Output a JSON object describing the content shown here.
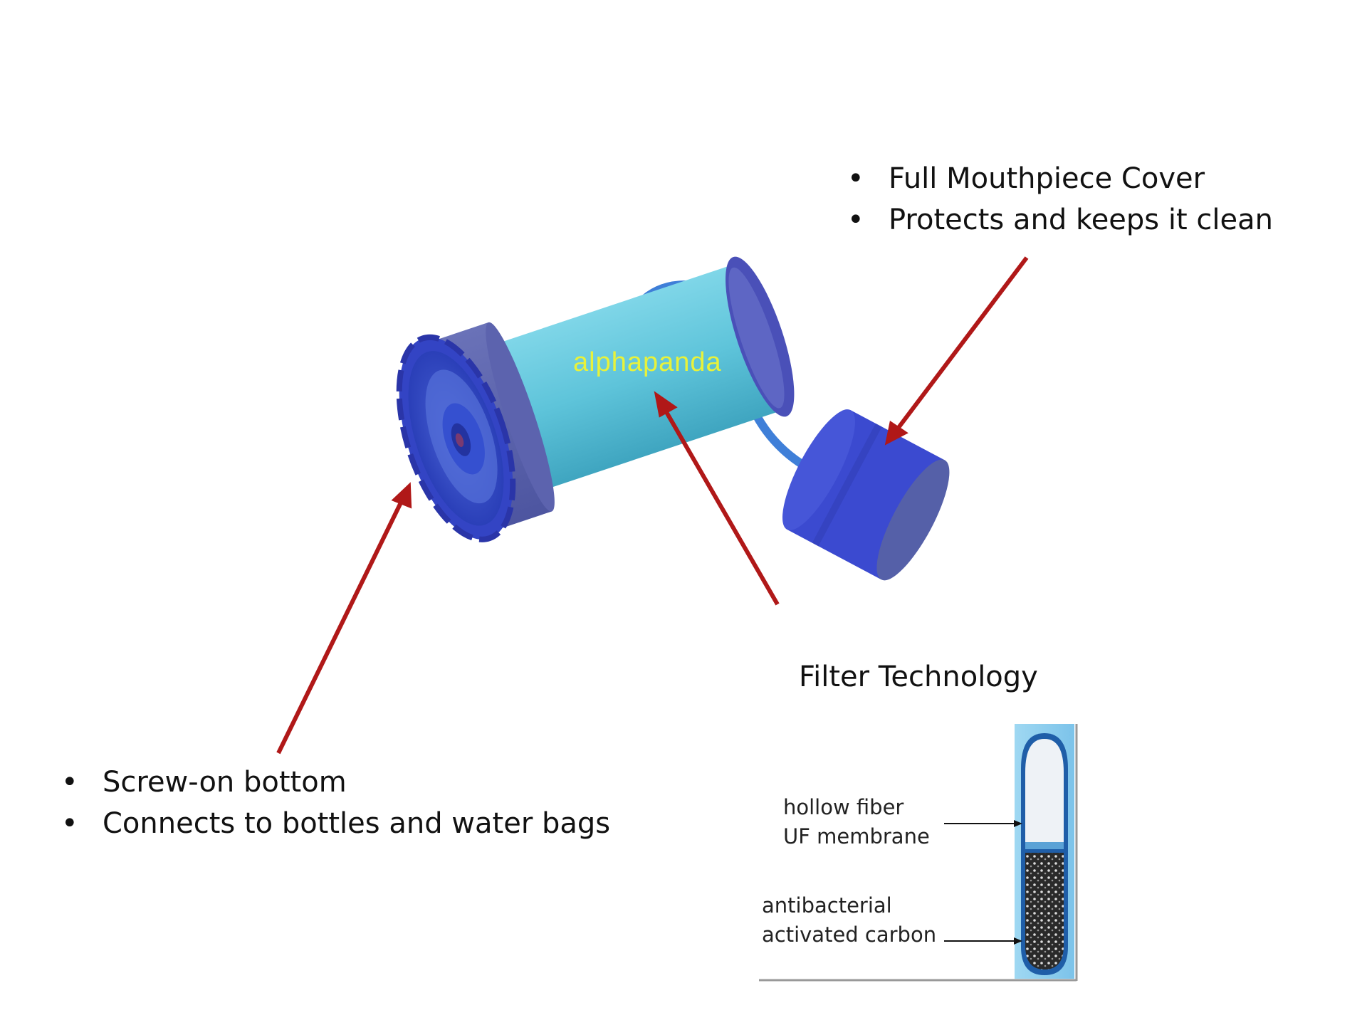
{
  "callouts": {
    "mouthpiece": [
      "Full Mouthpiece Cover",
      "Protects and keeps it clean"
    ],
    "bottom": [
      "Screw-on bottom",
      "Connects to bottles and water bags"
    ],
    "bullet_char": "•"
  },
  "filter_technology": {
    "title": "Filter Technology",
    "label_membrane": [
      "hollow fiber",
      "UF membrane"
    ],
    "label_carbon": [
      "antibacterial",
      "activated carbon"
    ]
  },
  "watermark": "alphapanda",
  "colors": {
    "arrow": "#b01818",
    "body": "#5cc3d8",
    "cap": "#3a48c8",
    "tube": "#8fd0ef"
  }
}
